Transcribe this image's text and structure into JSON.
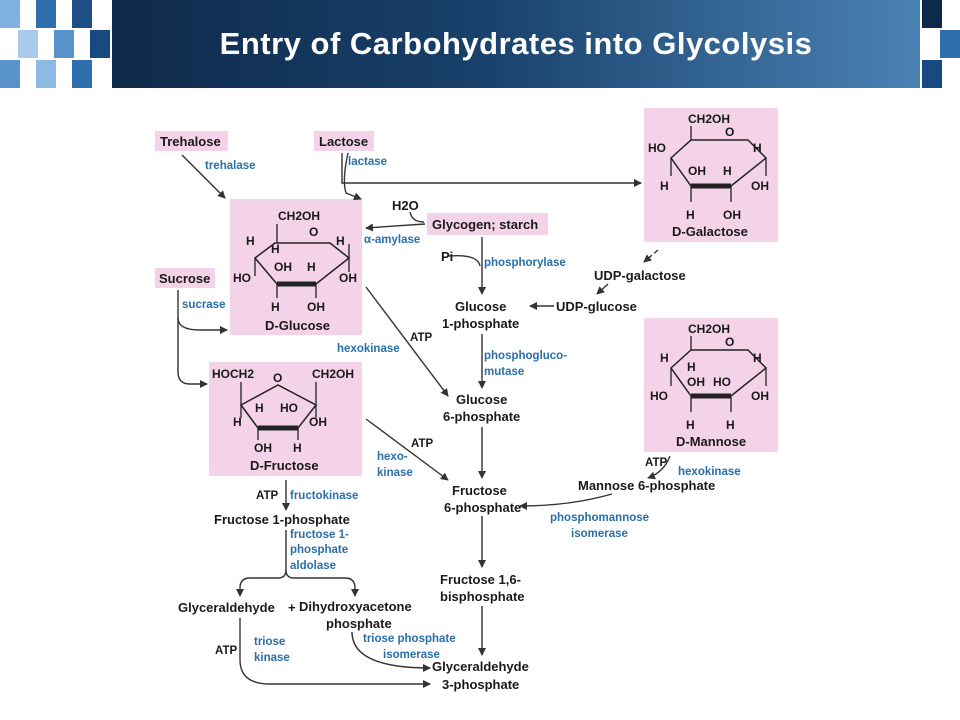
{
  "title": "Entry of Carbohydrates into Glycolysis",
  "colors": {
    "header_dark": "#0e2a4a",
    "header_light": "#4a82b4",
    "box_pink": "#f4d3e8",
    "enzyme_blue": "#2a6fa8"
  },
  "nodes": {
    "trehalose": "Trehalose",
    "lactose": "Lactose",
    "sucrose": "Sucrose",
    "glycogen": "Glycogen; starch",
    "glucose": "D-Glucose",
    "fructose": "D-Fructose",
    "galactose": "D-Galactose",
    "mannose": "D-Mannose",
    "udp_galactose": "UDP-galactose",
    "udp_glucose": "UDP-glucose",
    "g1p_1": "Glucose",
    "g1p_2": "1-phosphate",
    "g6p_1": "Glucose",
    "g6p_2": "6-phosphate",
    "f6p_1": "Fructose",
    "f6p_2": "6-phosphate",
    "fbp_1": "Fructose 1,6-",
    "fbp_2": "bisphosphate",
    "f1p": "Fructose 1-phosphate",
    "m6p": "Mannose 6-phosphate",
    "glyceraldehyde": "Glyceraldehyde",
    "plus": "+",
    "dhap_1": "Dihydroxyacetone",
    "dhap_2": "phosphate",
    "g3p_1": "Glyceraldehyde",
    "g3p_2": "3-phosphate",
    "h2o": "H2O",
    "pi": "Pi"
  },
  "enzymes": {
    "trehalase": "trehalase",
    "lactase": "lactase",
    "amylase": "α-amylase",
    "sucrase": "sucrase",
    "phosphorylase": "phosphorylase",
    "pgm_1": "phosphogluco-",
    "pgm_2": "mutase",
    "hexokinase_glc": "hexokinase",
    "hexo_1": "hexo-",
    "hexo_2": "kinase",
    "hexokinase_man": "hexokinase",
    "fructokinase": "fructokinase",
    "aldolase_1": "fructose 1-",
    "aldolase_2": "phosphate",
    "aldolase_3": "aldolase",
    "pmi_1": "phosphomannose",
    "pmi_2": "isomerase",
    "tk_1": "triose",
    "tk_2": "kinase",
    "tpi_1": "triose phosphate",
    "tpi_2": "isomerase"
  },
  "cofactors": {
    "atp": "ATP"
  },
  "ring_labels": {
    "ch2oh": "CH2OH",
    "hoch2": "HOCH2",
    "o": "O",
    "h": "H",
    "oh": "OH",
    "ho": "HO"
  }
}
